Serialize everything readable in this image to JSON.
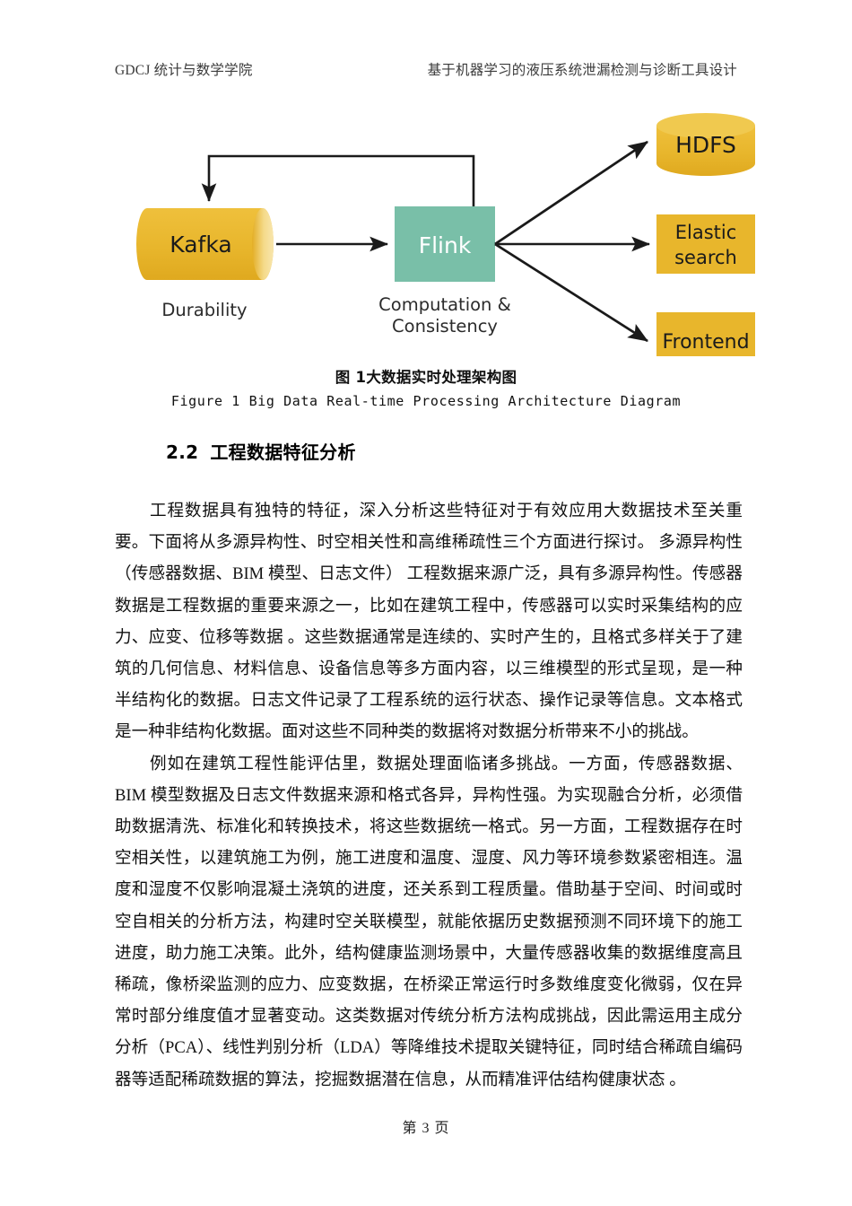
{
  "header": {
    "left": "GDCJ 统计与数学学院",
    "right": "基于机器学习的液压系统泄漏检测与诊断工具设计"
  },
  "figure": {
    "nodes": {
      "kafka": {
        "label": "Kafka",
        "shape": "cylinder-horizontal",
        "color": "#E8B62C",
        "sublabel": "Durability"
      },
      "flink": {
        "label": "Flink",
        "shape": "rectangle",
        "color": "#79BFA8",
        "text_color": "#ffffff",
        "sublabel_line1": "Computation &",
        "sublabel_line2": "Consistency"
      },
      "hdfs": {
        "label": "HDFS",
        "shape": "cylinder-vertical",
        "color": "#E8B62C"
      },
      "elasticsearch": {
        "label_line1": "Elastic",
        "label_line2": "search",
        "shape": "rectangle",
        "color": "#E8B62C"
      },
      "frontend": {
        "label": "Frontend",
        "shape": "rectangle",
        "color": "#E8B62C"
      }
    },
    "edges": [
      {
        "from": "kafka",
        "to": "flink",
        "style": "straight-arrow"
      },
      {
        "from": "flink",
        "to": "kafka",
        "style": "feedback-loop-top"
      },
      {
        "from": "flink",
        "to": "hdfs",
        "style": "diagonal-arrow-up"
      },
      {
        "from": "flink",
        "to": "elasticsearch",
        "style": "straight-arrow"
      },
      {
        "from": "flink",
        "to": "frontend",
        "style": "diagonal-arrow-down"
      }
    ],
    "arrow_color": "#1a1a1a"
  },
  "caption": {
    "cn": "图 1大数据实时处理架构图",
    "en": "Figure 1 Big Data Real-time Processing Architecture Diagram"
  },
  "section": {
    "number": "2.2",
    "title": "工程数据特征分析"
  },
  "paragraphs": [
    "工程数据具有独特的特征，深入分析这些特征对于有效应用大数据技术至关重要。下面将从多源异构性、时空相关性和高维稀疏性三个方面进行探讨。 多源异构性（传感器数据、BIM 模型、日志文件） 工程数据来源广泛，具有多源异构性。传感器数据是工程数据的重要来源之一，比如在建筑工程中，传感器可以实时采集结构的应力、应变、位移等数据 。这些数据通常是连续的、实时产生的，且格式多样关于了建筑的几何信息、材料信息、设备信息等多方面内容，以三维模型的形式呈现，是一种半结构化的数据。日志文件记录了工程系统的运行状态、操作记录等信息。文本格式是一种非结构化数据。面对这些不同种类的数据将对数据分析带来不小的挑战。",
    "例如在建筑工程性能评估里，数据处理面临诸多挑战。一方面，传感器数据、BIM 模型数据及日志文件数据来源和格式各异，异构性强。为实现融合分析，必须借助数据清洗、标准化和转换技术，将这些数据统一格式。另一方面，工程数据存在时空相关性，以建筑施工为例，施工进度和温度、湿度、风力等环境参数紧密相连。温度和湿度不仅影响混凝土浇筑的进度，还关系到工程质量。借助基于空间、时间或时空自相关的分析方法，构建时空关联模型，就能依据历史数据预测不同环境下的施工进度，助力施工决策。此外，结构健康监测场景中，大量传感器收集的数据维度高且稀疏，像桥梁监测的应力、应变数据，在桥梁正常运行时多数维度变化微弱，仅在异常时部分维度值才显著变动。这类数据对传统分析方法构成挑战，因此需运用主成分分析（PCA）、线性判别分析（LDA）等降维技术提取关键特征，同时结合稀疏自编码器等适配稀疏数据的算法，挖掘数据潜在信息，从而精准评估结构健康状态 。"
  ],
  "footer": {
    "page_label": "第 3 页"
  }
}
